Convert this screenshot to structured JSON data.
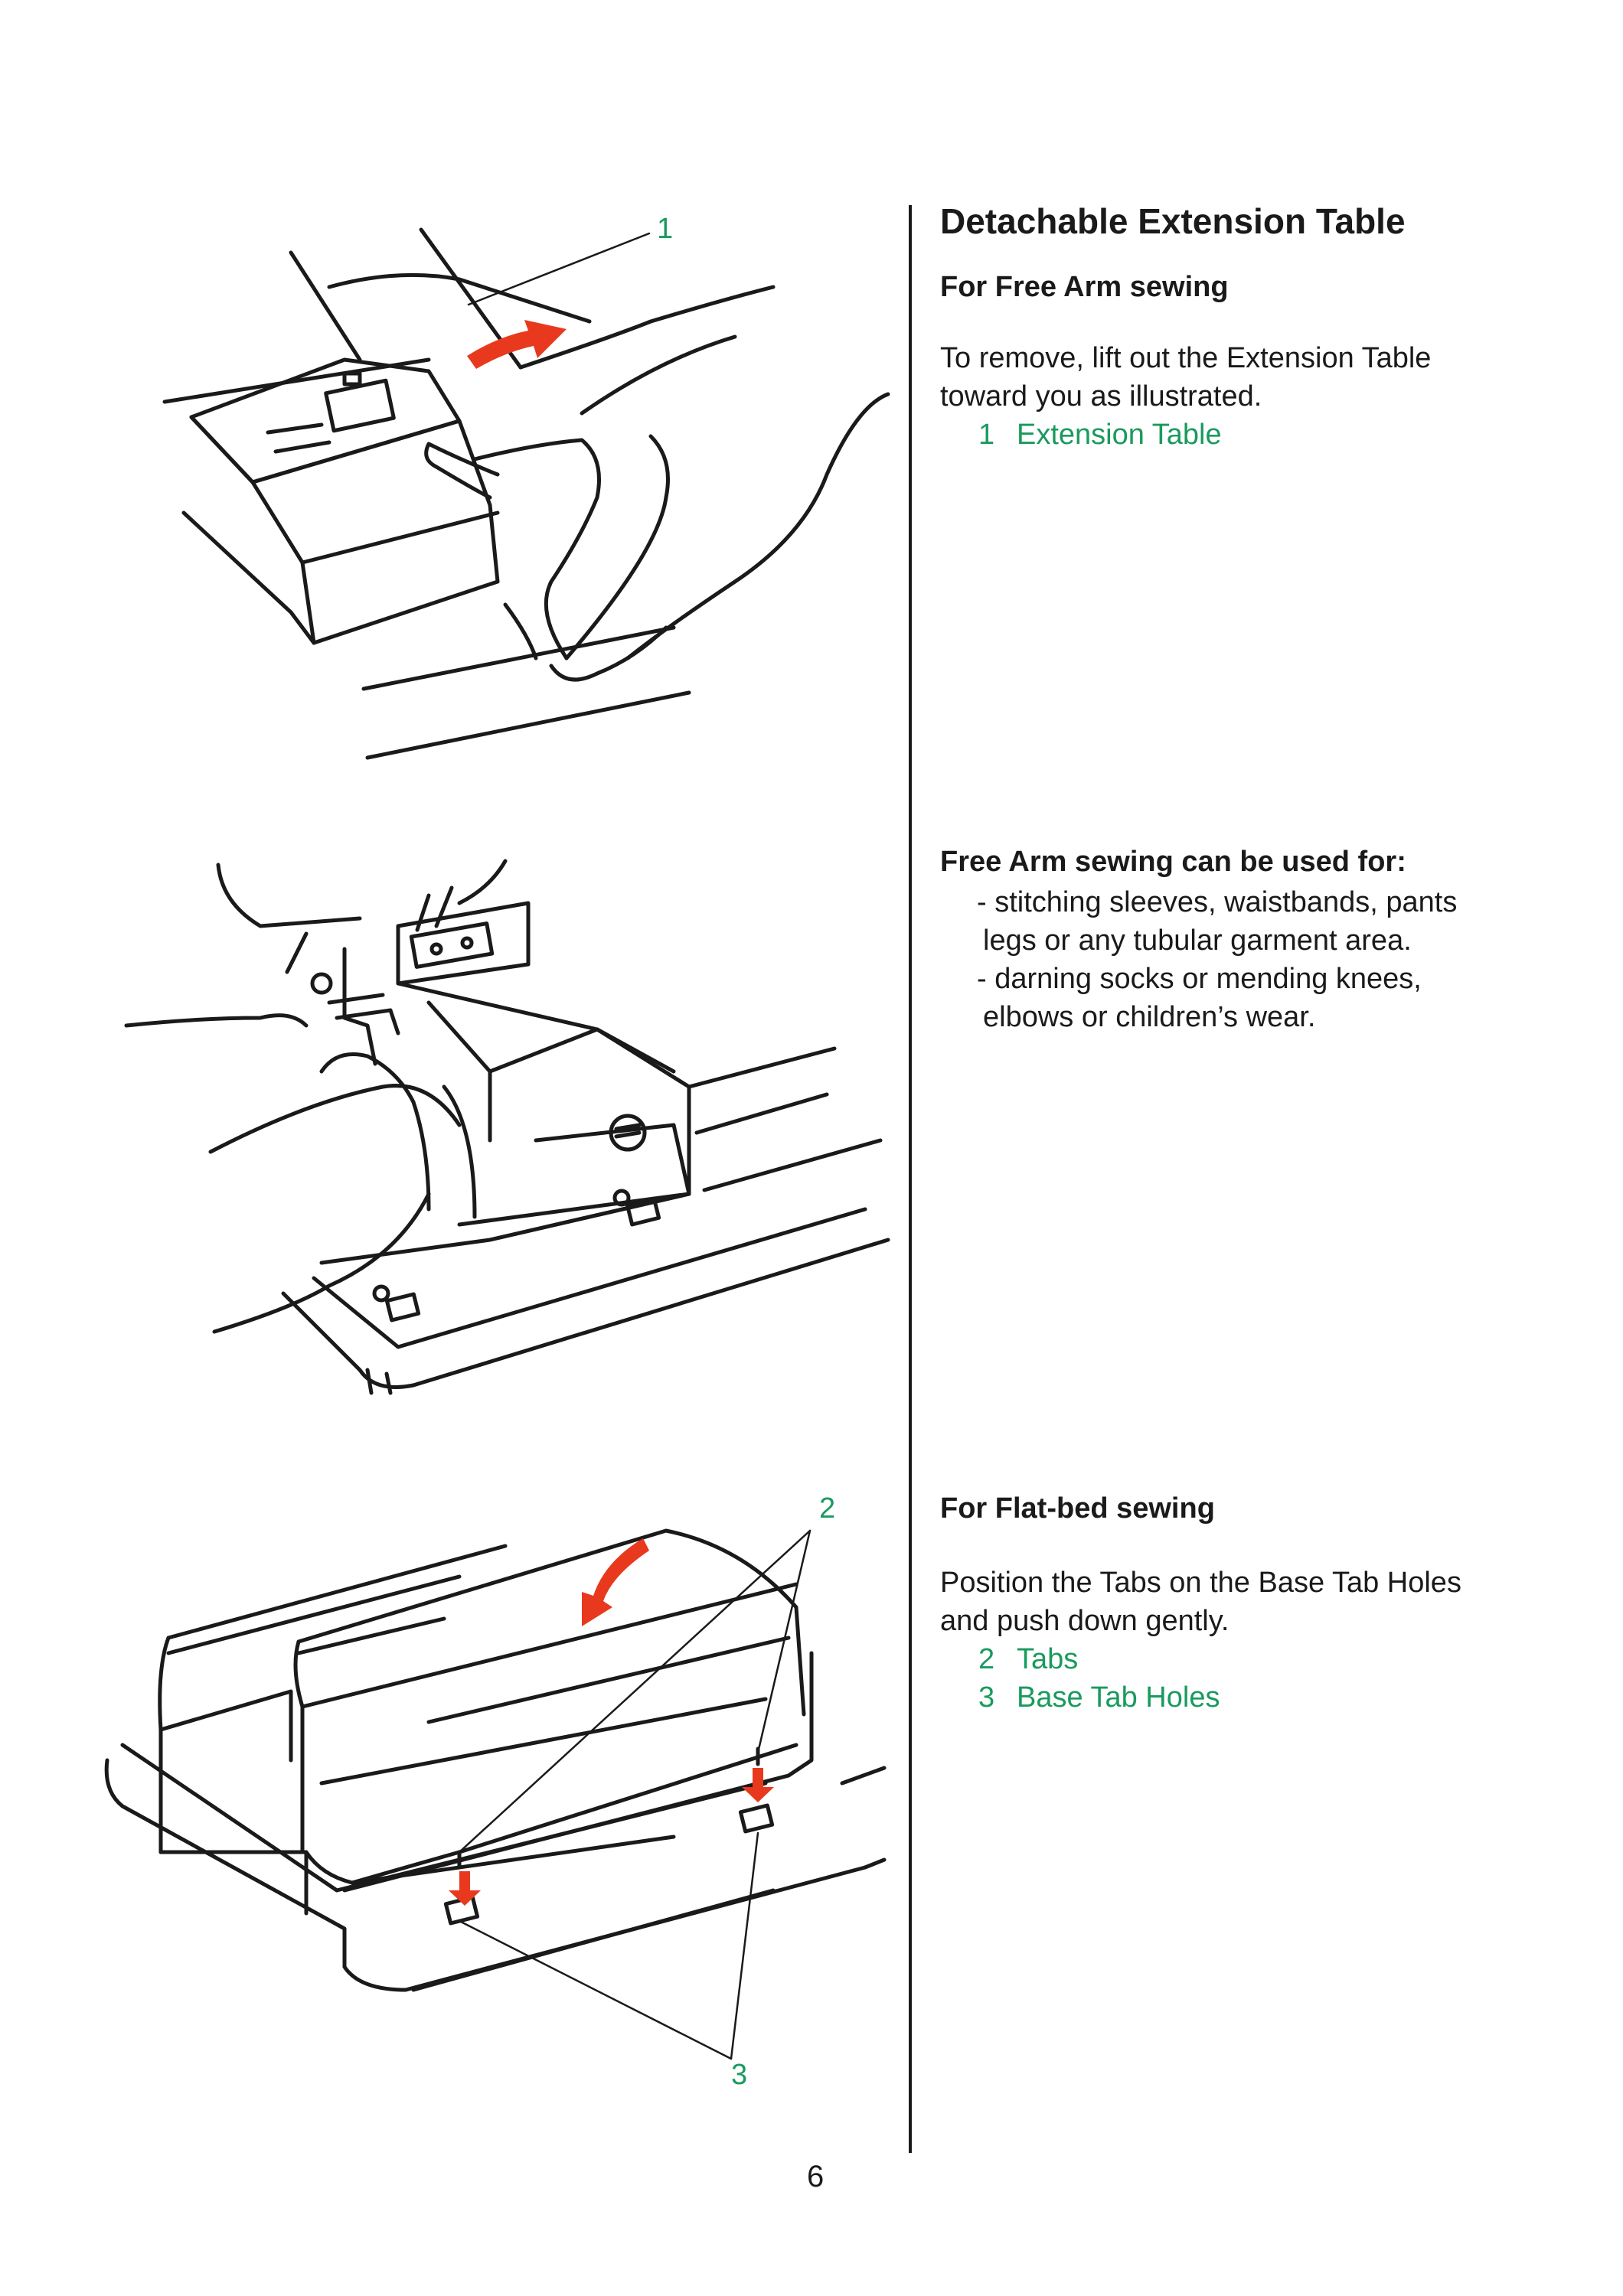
{
  "section": {
    "title": "Detachable Extension Table",
    "free_arm": {
      "heading": "For Free Arm sewing",
      "text_lines": [
        "To remove, lift out the Extension Table",
        "toward you as illustrated."
      ],
      "legend": [
        {
          "num": "1",
          "label": "Extension Table"
        }
      ]
    },
    "uses": {
      "heading": "Free Arm sewing can be used for:",
      "items": [
        {
          "line1": "- stitching sleeves, waistbands, pants",
          "line2": "legs or any tubular garment area."
        },
        {
          "line1": "- darning socks or mending knees,",
          "line2": "elbows or children’s wear."
        }
      ]
    },
    "flat_bed": {
      "heading": "For Flat-bed sewing",
      "text_lines": [
        "Position the Tabs on the Base Tab Holes",
        "and push down gently."
      ],
      "legend": [
        {
          "num": "2",
          "label": "Tabs"
        },
        {
          "num": "3",
          "label": "Base Tab Holes"
        }
      ]
    }
  },
  "callouts": {
    "c1": "1",
    "c2": "2",
    "c3": "3"
  },
  "page_number": "6",
  "colors": {
    "accent_green": "#1a9a5e",
    "arrow_red": "#e8391e",
    "ink": "#1a1a1a"
  },
  "icons": [
    "hand-icon",
    "arrow-icon",
    "sewing-machine-icon"
  ]
}
